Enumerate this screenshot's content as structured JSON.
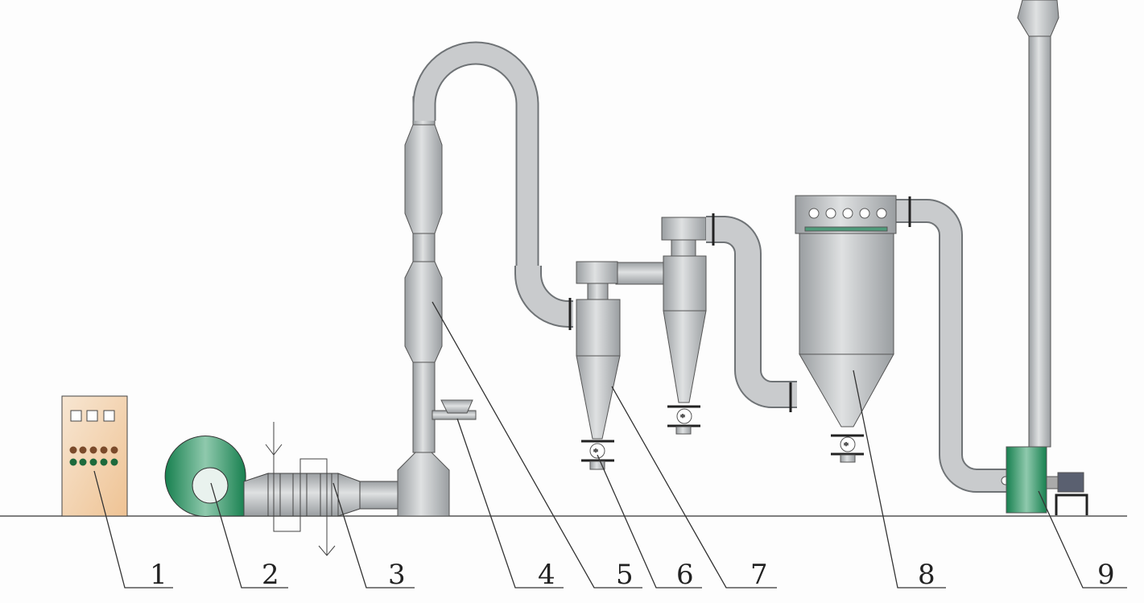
{
  "labels": [
    "1",
    "2",
    "3",
    "4",
    "5",
    "6",
    "7",
    "8",
    "9"
  ],
  "colors": {
    "steel": "#b9bcbf",
    "steel_dark": "#8f9396",
    "green": "#1f8a5a",
    "panel": "#f1cfa8",
    "brown_led": "#7a4a2a",
    "green_led": "#1d6a3c",
    "line": "#333333"
  }
}
